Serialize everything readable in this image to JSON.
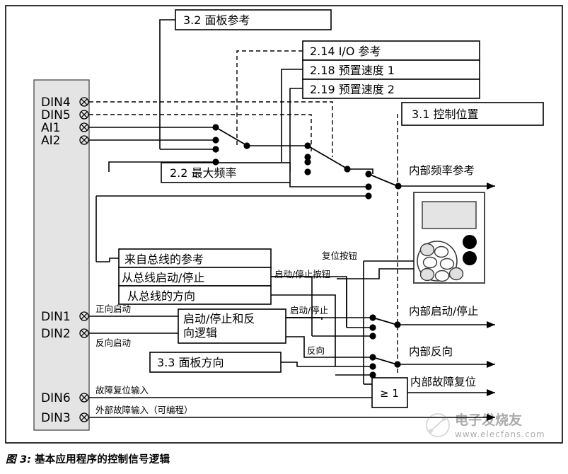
{
  "figure": {
    "caption_number": "图 3:",
    "caption_text": "基本应用程序的控制信号逻辑"
  },
  "watermark": {
    "brand": "电子发烧友",
    "url": "www.elecfans.com"
  },
  "terminals": [
    {
      "id": "DIN4",
      "label": "DIN4"
    },
    {
      "id": "DIN5",
      "label": "DIN5"
    },
    {
      "id": "AI1",
      "label": "AI1"
    },
    {
      "id": "AI2",
      "label": "AI2"
    },
    {
      "id": "DIN1",
      "label": "DIN1"
    },
    {
      "id": "DIN2",
      "label": "DIN2"
    },
    {
      "id": "DIN6",
      "label": "DIN6"
    },
    {
      "id": "DIN3",
      "label": "DIN3"
    }
  ],
  "parameter_boxes": [
    {
      "id": "p32",
      "label": "3.2 面板参考"
    },
    {
      "id": "p214",
      "label": "2.14 I/O 参考"
    },
    {
      "id": "p218",
      "label": "2.18 预置速度 1"
    },
    {
      "id": "p219",
      "label": "2.19 预置速度 2"
    },
    {
      "id": "p31",
      "label": "3.1 控制位置"
    },
    {
      "id": "p22",
      "label": "2.2 最大频率"
    },
    {
      "id": "p33",
      "label": "3.3 面板方向"
    }
  ],
  "fieldbus_boxes": [
    {
      "id": "fb_ref",
      "label": "来自总线的参考"
    },
    {
      "id": "fb_ss",
      "label": "从总线启动/停止"
    },
    {
      "id": "fb_dir",
      "label": "从总线的方向"
    }
  ],
  "logic_block": {
    "id": "startstop_logic",
    "label": "启动/停止和反向逻辑"
  },
  "or_gate": {
    "id": "or_gate",
    "label": "≥ 1"
  },
  "wire_labels": [
    {
      "id": "w_fwd",
      "label": "正向启动"
    },
    {
      "id": "w_rev",
      "label": "反向启动"
    },
    {
      "id": "w_faultreset",
      "label": "故障复位输入"
    },
    {
      "id": "w_extfault",
      "label": "外部故障输入（可编程）"
    },
    {
      "id": "w_resetbtn",
      "label": "复位按钮"
    },
    {
      "id": "w_ssbtn",
      "label": "启动/停止按钮"
    },
    {
      "id": "w_ss",
      "label": "启动/停止"
    },
    {
      "id": "w_reverse",
      "label": "反向"
    }
  ],
  "outputs": [
    {
      "id": "o_freq",
      "label": "内部频率参考"
    },
    {
      "id": "o_ss",
      "label": "内部启动/停止"
    },
    {
      "id": "o_rev",
      "label": "内部反向"
    },
    {
      "id": "o_reset",
      "label": "内部故障复位"
    }
  ],
  "keypad": {
    "id": "control_keypad",
    "display_label": "",
    "button_count": 8
  },
  "colors": {
    "panel_fill": "#e4e4e4",
    "line": "#000000",
    "box_fill": "#ffffff",
    "background": "#ffffff"
  }
}
